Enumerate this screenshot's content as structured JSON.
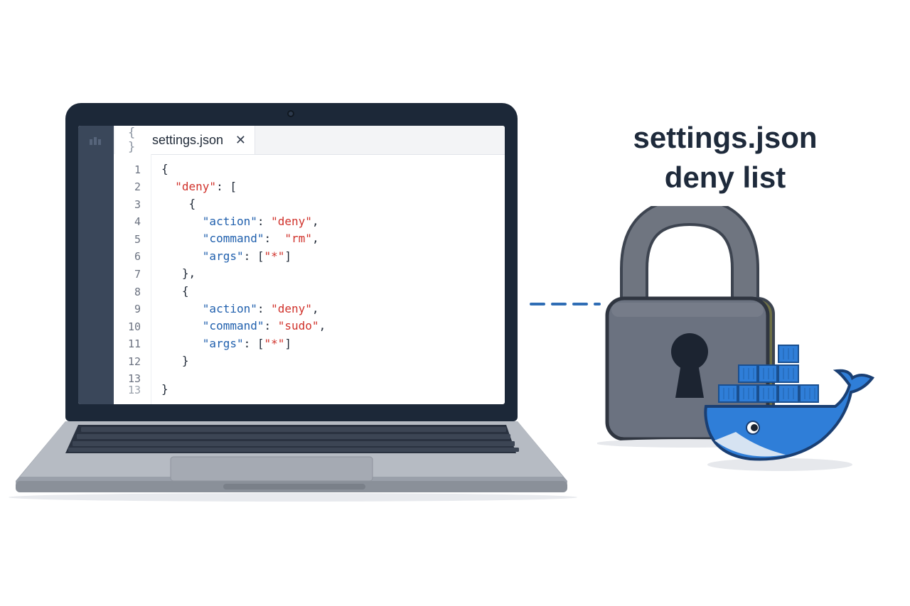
{
  "editor": {
    "tab_icon": "{ }",
    "tab_label": "settings.json",
    "tab_close": "✕",
    "line_numbers": [
      "1",
      "2",
      "3",
      "4",
      "5",
      "6",
      "7",
      "8",
      "9",
      "10",
      "11",
      "12",
      "13",
      "13"
    ]
  },
  "code": {
    "l1_brace": "{",
    "l2_key": "\"deny\"",
    "l2_rest": ": [",
    "l3_brace": "{",
    "l4_key": "\"action\"",
    "l4_colon": ": ",
    "l4_val": "\"deny\"",
    "l4_comma": ",",
    "l5_key": "\"command\"",
    "l5_colon": ":  ",
    "l5_val": "\"rm\"",
    "l5_comma": ",",
    "l6_key": "\"args\"",
    "l6_colon": ": [",
    "l6_val": "\"*\"",
    "l6_close": "]",
    "l7_brace": "},",
    "l8_brace": "{",
    "l9_key": "\"action\"",
    "l9_colon": ": ",
    "l9_val": "\"deny\"",
    "l9_comma": ",",
    "l10_key": "\"command\"",
    "l10_colon": ": ",
    "l10_val": "\"sudo\"",
    "l10_comma": ",",
    "l11_key": "\"args\"",
    "l11_colon": ": [",
    "l11_val": "\"*\"",
    "l11_close": "]",
    "l12_brace": "}",
    "l14_brace": "}"
  },
  "title": {
    "line1": "settings.json",
    "line2": "deny list"
  },
  "colors": {
    "key": "#1f5fad",
    "string": "#d0322b",
    "bezel": "#1c2838",
    "lock_body": "#6b7280",
    "whale": "#2f7ed8"
  },
  "icons": [
    "curly-braces-icon",
    "close-icon",
    "padlock-icon",
    "docker-whale-icon",
    "dashed-connector"
  ]
}
